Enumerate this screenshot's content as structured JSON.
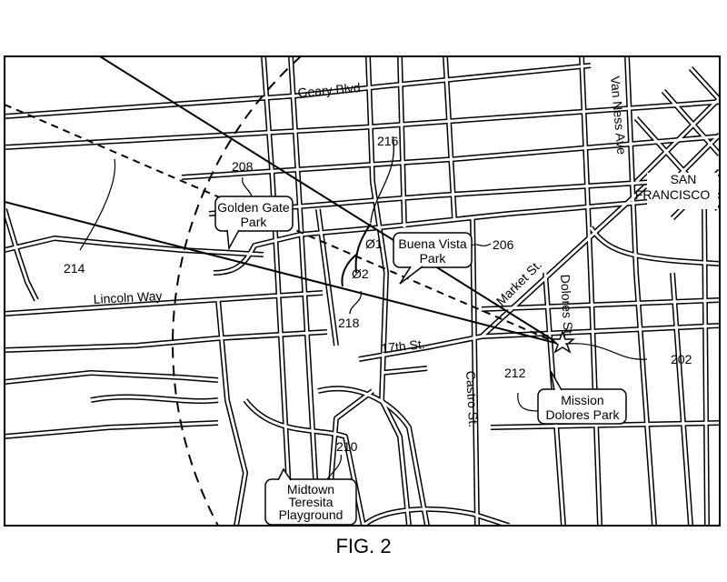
{
  "figure": {
    "caption": "FIG. 2"
  },
  "map": {
    "streets": {
      "geary": "Geary Blvd",
      "van_ness": "Van Ness Ave",
      "lincoln": "Lincoln Way",
      "seventeenth": "17th St.",
      "market": "Market St.",
      "dolores": "Dolores St.",
      "castro": "Castro St."
    },
    "city_label": [
      "SAN",
      "FRANCISCO"
    ],
    "callouts": {
      "golden_gate": [
        "Golden Gate",
        "Park"
      ],
      "buena_vista": [
        "Buena Vista",
        "Park"
      ],
      "mission_dolores": [
        "Mission",
        "Dolores Park"
      ],
      "midtown": [
        "Midtown",
        "Teresita",
        "Playground"
      ]
    },
    "angles": {
      "phi1": "Ø1",
      "phi2": "Ø2"
    },
    "references": {
      "r202": "202",
      "r206": "206",
      "r208": "208",
      "r210": "210",
      "r212": "212",
      "r214": "214",
      "r216": "216",
      "r218": "218"
    }
  }
}
